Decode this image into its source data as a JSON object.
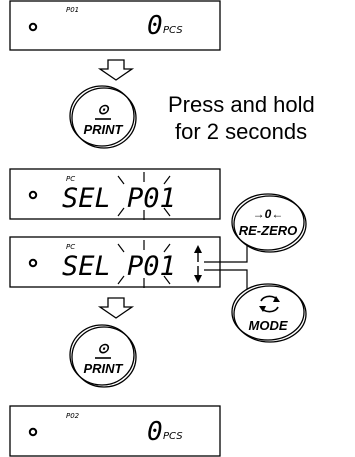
{
  "displays": [
    {
      "prefix": "P01",
      "main": "0",
      "unit": "PCS"
    },
    {
      "prefix": "PC",
      "main": "SEL P01"
    },
    {
      "prefix": "PC",
      "main": "SEL P01"
    },
    {
      "prefix": "P02",
      "main": "0",
      "unit": "PCS"
    }
  ],
  "buttons": {
    "print_label": "PRINT",
    "print_symbol": "⊙",
    "rezero_label": "RE-ZERO",
    "rezero_symbol": "→0←",
    "mode_label": "MODE"
  },
  "instruction": {
    "line1": "Press and hold",
    "line2": "for 2 seconds"
  }
}
